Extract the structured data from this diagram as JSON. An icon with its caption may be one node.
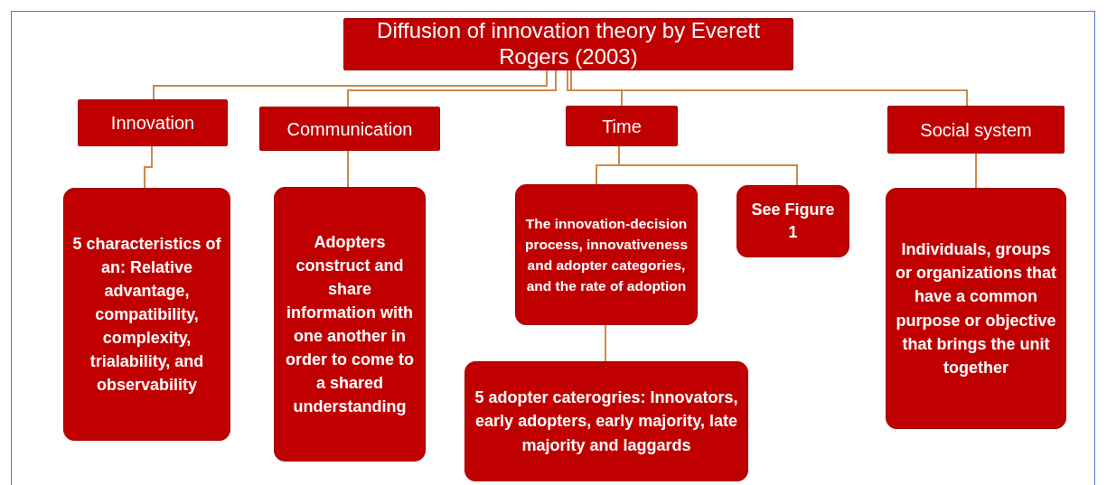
{
  "diagram": {
    "nodes": [
      {
        "text": [
          "Diffusion of innovation theory by Everett Rogers (2003)"
        ]
      },
      {
        "text": [
          "Innovation"
        ]
      },
      {
        "text": [
          "Communication"
        ]
      },
      {
        "text": [
          "Time"
        ]
      },
      {
        "text": [
          "Social system"
        ]
      },
      {
        "text": [
          "5 characteristics of an: Relative advantage, compatibility, complexity, trialability, and observability"
        ]
      },
      {
        "text": [
          "Adopters construct and share information with one another in order to come to a shared understanding"
        ]
      },
      {
        "text": [
          "The innovation-decision process, innovativeness and adopter categories, and the rate of adoption"
        ]
      },
      {
        "text": [
          "See Figure 1"
        ]
      },
      {
        "text": [
          "Individuals, groups or organizations that have a common purpose or objective that brings the unit together"
        ]
      },
      {
        "text": [
          "5 adopter caterogries: Innovators, early adopters, early majority, late majority and laggards"
        ]
      }
    ],
    "edges": [
      {
        "from": 0,
        "to": 1,
        "arrow": "none"
      },
      {
        "from": 0,
        "to": 2,
        "arrow": "none"
      },
      {
        "from": 0,
        "to": 3,
        "arrow": "none"
      },
      {
        "from": 0,
        "to": 4,
        "arrow": "none"
      },
      {
        "from": 1,
        "to": 5,
        "arrow": "none"
      },
      {
        "from": 2,
        "to": 6,
        "arrow": "none"
      },
      {
        "from": 3,
        "to": 7,
        "arrow": "none"
      },
      {
        "from": 3,
        "to": 8,
        "arrow": "none"
      },
      {
        "from": 7,
        "to": 10,
        "arrow": "none"
      },
      {
        "from": 4,
        "to": 9,
        "arrow": "none"
      }
    ]
  }
}
